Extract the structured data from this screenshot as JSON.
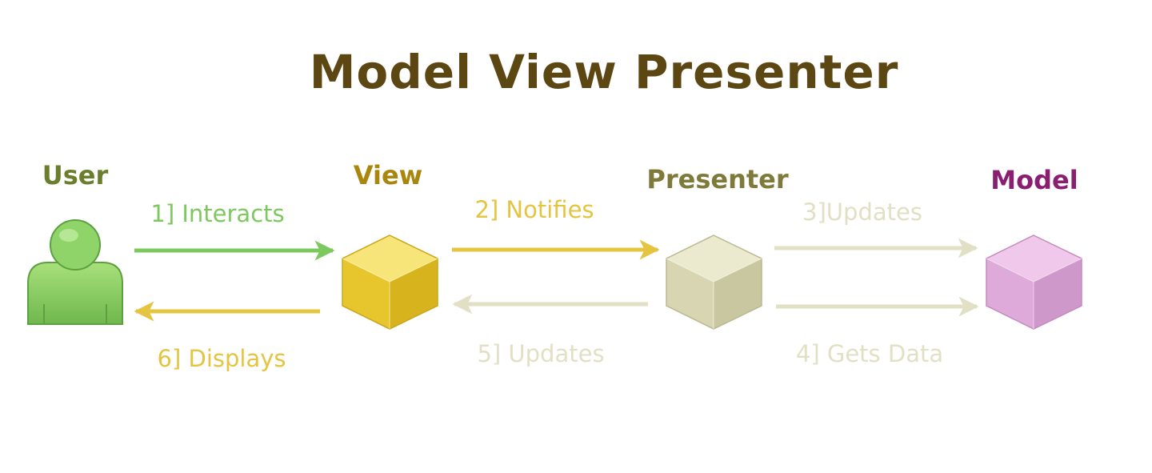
{
  "title": "Model View Presenter",
  "colors": {
    "title": "#5c4612",
    "user": "#6a7e2c",
    "view": "#a9860e",
    "presenter": "#7e7a3a",
    "model": "#8a1e70",
    "green": "#7cc95e",
    "gold": "#e4c441",
    "pale": "#e2e0c4"
  },
  "nodes": {
    "user": {
      "label": "User",
      "icon": "user-icon"
    },
    "view": {
      "label": "View",
      "icon": "yellow-cube-icon"
    },
    "presenter": {
      "label": "Presenter",
      "icon": "beige-cube-icon"
    },
    "model": {
      "label": "Model",
      "icon": "pink-cube-icon"
    }
  },
  "edges": [
    {
      "label": "1] Interacts",
      "from": "user",
      "to": "view"
    },
    {
      "label": "2] Notifies",
      "from": "view",
      "to": "presenter"
    },
    {
      "label": "3]Updates",
      "from": "presenter",
      "to": "model"
    },
    {
      "label": "4] Gets Data",
      "from": "presenter",
      "to": "model"
    },
    {
      "label": "5] Updates",
      "from": "presenter",
      "to": "view"
    },
    {
      "label": "6] Displays",
      "from": "view",
      "to": "user"
    }
  ]
}
